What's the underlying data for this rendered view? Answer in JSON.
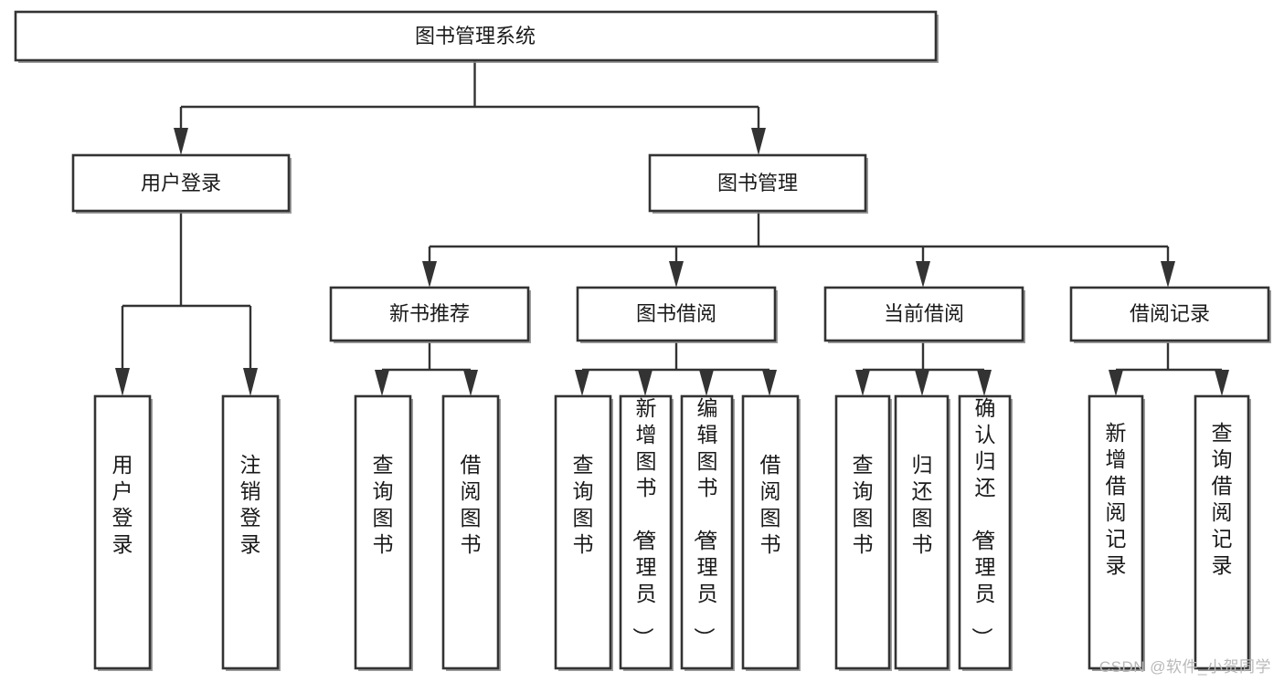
{
  "diagram": {
    "type": "tree",
    "title": "图书管理系统",
    "orientation": "top-down",
    "colors": {
      "box_fill": "#ffffff",
      "box_stroke": "#333333",
      "connector": "#333333",
      "text": "#1a1a1a",
      "watermark": "#b9b9b9"
    },
    "levels": {
      "root_label": "图书管理系统",
      "level2": [
        "用户登录",
        "图书管理"
      ],
      "level3": [
        "新书推荐",
        "图书借阅",
        "当前借阅",
        "借阅记录"
      ]
    },
    "nodes": {
      "root": "图书管理系统",
      "user_login": "用户登录",
      "book_manage": "图书管理",
      "new_book_rec": "新书推荐",
      "book_borrow": "图书借阅",
      "current_borrow": "当前借阅",
      "borrow_record": "借阅记录",
      "leaf_user_login": "用户登录",
      "leaf_logout_login": "注销登录",
      "leaf_query_book_a": "查询图书",
      "leaf_borrow_book_a": "借阅图书",
      "leaf_query_book_b": "查询图书",
      "leaf_add_book_admin": "新增图书（管理员）",
      "leaf_edit_book_admin": "编辑图书（管理员）",
      "leaf_borrow_book_b": "借阅图书",
      "leaf_query_book_c": "查询图书",
      "leaf_return_book": "归还图书",
      "leaf_confirm_return_admin": "确认归还（管理员）",
      "leaf_add_borrow_record": "新增借阅记录",
      "leaf_query_borrow_record": "查询借阅记录"
    },
    "edges": [
      {
        "from": "图书管理系统",
        "to": "用户登录"
      },
      {
        "from": "图书管理系统",
        "to": "图书管理"
      },
      {
        "from": "用户登录",
        "to": "用户登录"
      },
      {
        "from": "用户登录",
        "to": "注销登录"
      },
      {
        "from": "图书管理",
        "to": "新书推荐"
      },
      {
        "from": "图书管理",
        "to": "图书借阅"
      },
      {
        "from": "图书管理",
        "to": "当前借阅"
      },
      {
        "from": "图书管理",
        "to": "借阅记录"
      },
      {
        "from": "新书推荐",
        "to": "查询图书"
      },
      {
        "from": "新书推荐",
        "to": "借阅图书"
      },
      {
        "from": "图书借阅",
        "to": "查询图书"
      },
      {
        "from": "图书借阅",
        "to": "新增图书（管理员）"
      },
      {
        "from": "图书借阅",
        "to": "编辑图书（管理员）"
      },
      {
        "from": "图书借阅",
        "to": "借阅图书"
      },
      {
        "from": "当前借阅",
        "to": "查询图书"
      },
      {
        "from": "当前借阅",
        "to": "归还图书"
      },
      {
        "from": "当前借阅",
        "to": "确认归还（管理员）"
      },
      {
        "from": "借阅记录",
        "to": "新增借阅记录"
      },
      {
        "from": "借阅记录",
        "to": "查询借阅记录"
      }
    ]
  },
  "watermark": {
    "text": "CSDN @软件_小贺同学"
  }
}
